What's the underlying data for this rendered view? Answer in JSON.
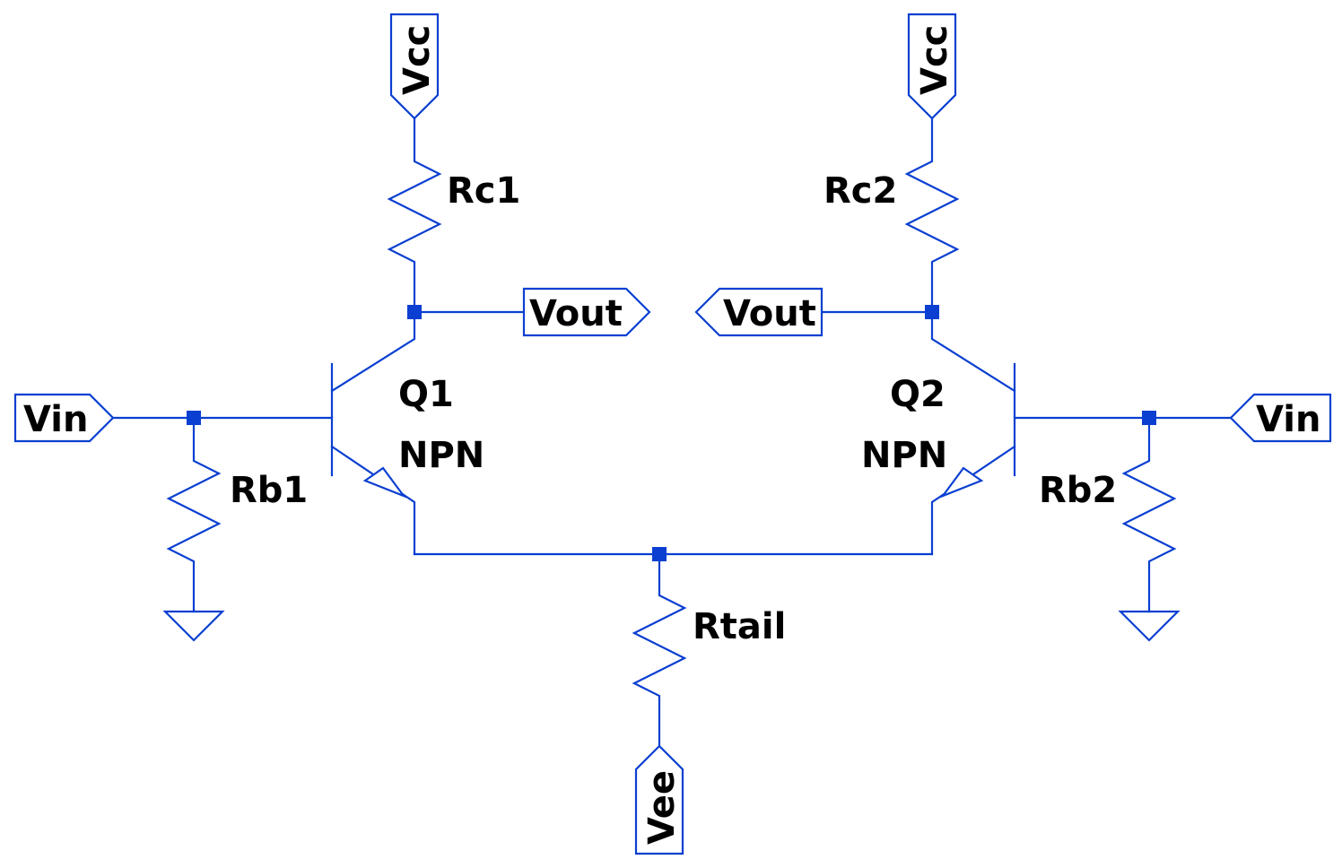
{
  "schematic": {
    "ports": {
      "vcc_left": "Vcc",
      "vcc_right": "Vcc",
      "vout_left": "Vout",
      "vout_right": "Vout",
      "vin_left": "Vin",
      "vin_right": "Vin",
      "vee": "Vee"
    },
    "components": {
      "rc1": "Rc1",
      "rc2": "Rc2",
      "rb1": "Rb1",
      "rb2": "Rb2",
      "rtail": "Rtail",
      "q1_name": "Q1",
      "q1_type": "NPN",
      "q2_name": "Q2",
      "q2_type": "NPN"
    },
    "colors": {
      "wire": "#0a3fd1",
      "text": "#000000",
      "background": "#ffffff"
    }
  }
}
